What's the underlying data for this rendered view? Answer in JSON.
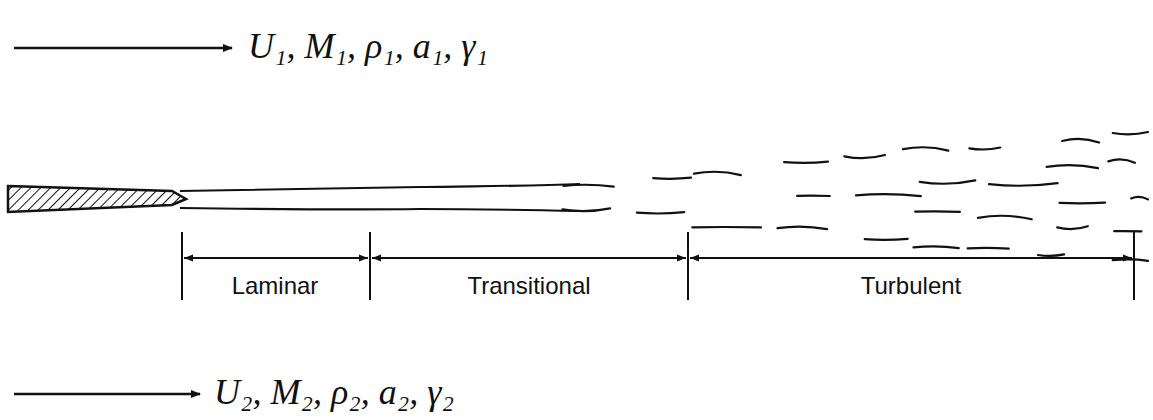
{
  "diagram": {
    "labels": [
      "U₁, M₁, ρ₁, a₁, γ₁",
      "Laminar",
      "Transitional",
      "Turbulent",
      "U₂, M₂, ρ₂, a₂, γ₂"
    ]
  }
}
